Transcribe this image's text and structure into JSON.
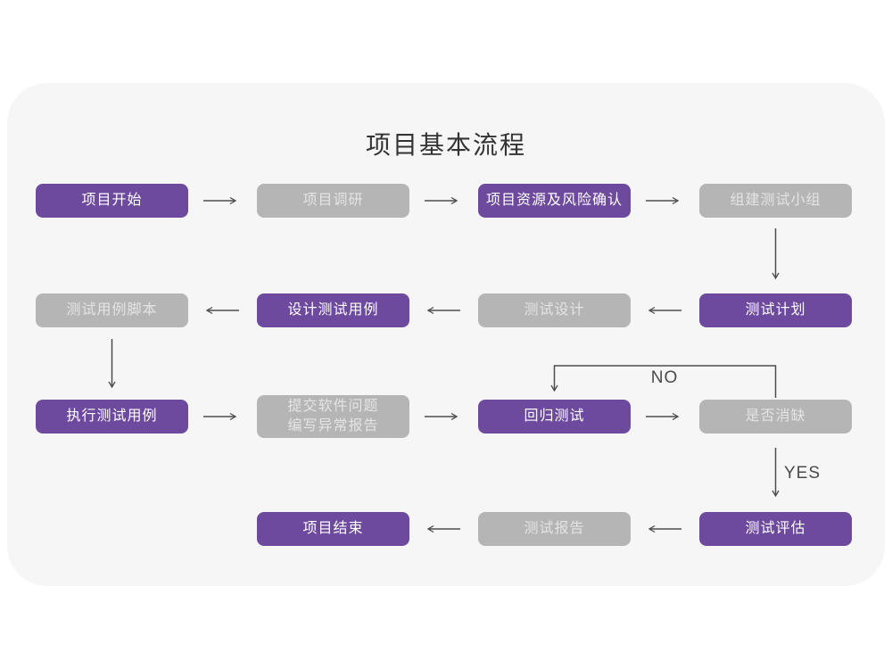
{
  "page": {
    "title": "项目基本流程"
  },
  "edge_labels": {
    "no": "NO",
    "yes": "YES"
  },
  "colors": {
    "node_active": "#6e4a9e",
    "node_inactive": "#b5b5b5",
    "node_active_text": "#ffffff",
    "node_inactive_text": "#e4e4e4",
    "arrow": "#4d4d4d",
    "card_background": "#f6f6f7",
    "page_background": "#ffffff",
    "title_text": "#333333"
  },
  "nodes": [
    {
      "label": "项目开始",
      "variant": "purple"
    },
    {
      "label": "项目调研",
      "variant": "gray"
    },
    {
      "label": "项目资源及风险确认",
      "variant": "purple"
    },
    {
      "label": "组建测试小组",
      "variant": "gray"
    },
    {
      "label": "测试计划",
      "variant": "purple"
    },
    {
      "label": "测试设计",
      "variant": "gray"
    },
    {
      "label": "设计测试用例",
      "variant": "purple"
    },
    {
      "label": "测试用例脚本",
      "variant": "gray"
    },
    {
      "label": "执行测试用例",
      "variant": "purple"
    },
    {
      "label": "提交软件问题\n编写异常报告",
      "variant": "gray"
    },
    {
      "label": "回归测试",
      "variant": "purple"
    },
    {
      "label": "是否消缺",
      "variant": "gray"
    },
    {
      "label": "测试评估",
      "variant": "purple"
    },
    {
      "label": "测试报告",
      "variant": "gray"
    },
    {
      "label": "项目结束",
      "variant": "purple"
    }
  ]
}
